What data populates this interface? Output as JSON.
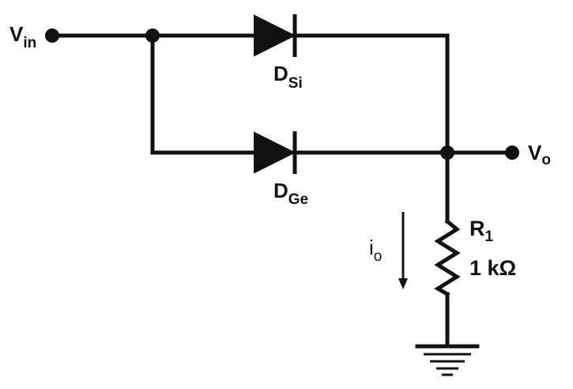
{
  "labels": {
    "vin_main": "V",
    "vin_sub": "in",
    "vout_main": "V",
    "vout_sub": "o",
    "dsi_main": "D",
    "dsi_sub": "Si",
    "dge_main": "D",
    "dge_sub": "Ge",
    "r1_main": "R",
    "r1_sub": "1",
    "r1_value": "1 kΩ",
    "io_main": "i",
    "io_sub": "o"
  },
  "colors": {
    "ink": "#111111",
    "background": "#ffffff"
  }
}
